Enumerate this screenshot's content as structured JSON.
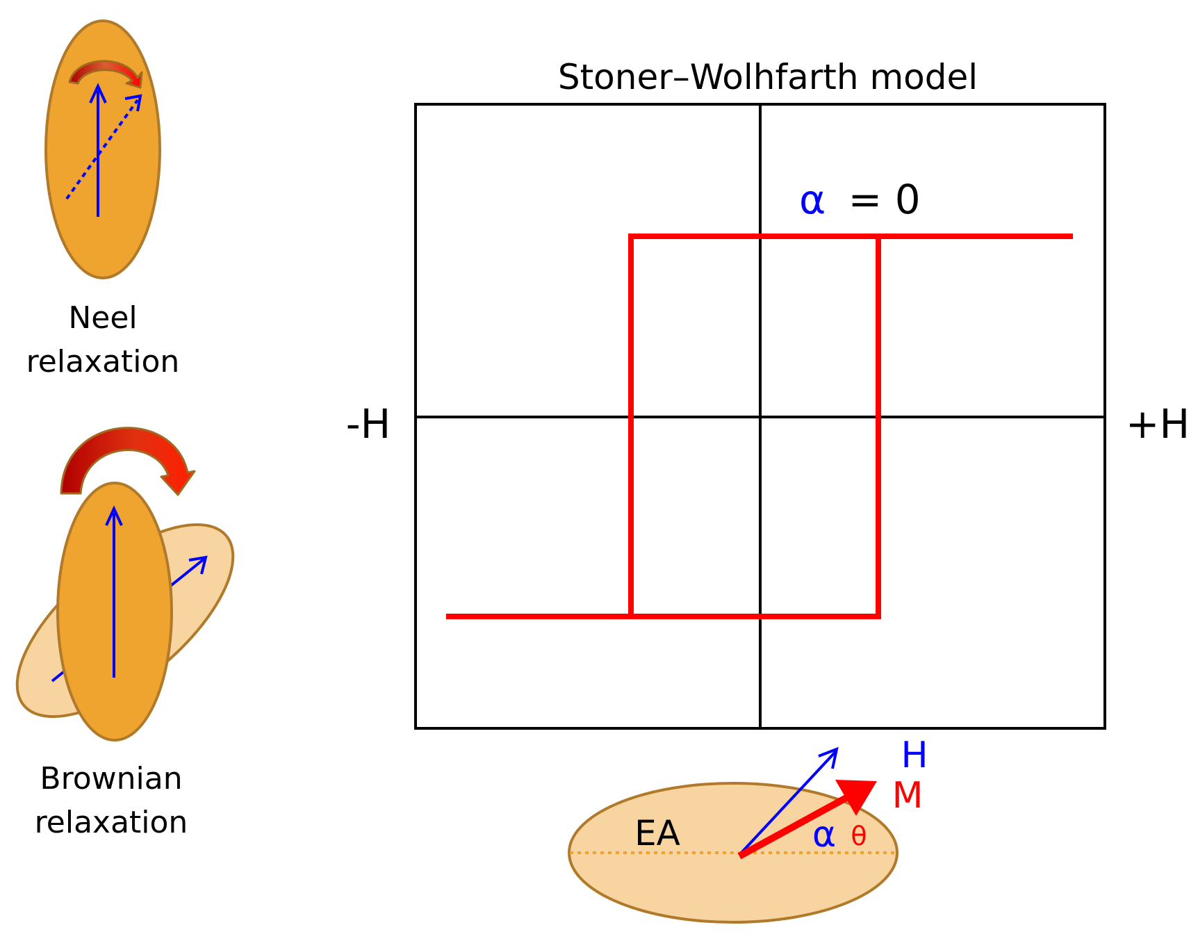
{
  "neel": {
    "label_line1": "Neel",
    "label_line2": "relaxation"
  },
  "brownian": {
    "label_line1": "Brownian",
    "label_line2": "relaxation"
  },
  "sw": {
    "title": "Stoner–Wolhfarth model",
    "neg_axis": "-H",
    "pos_axis": "+H",
    "alpha_symbol": "α",
    "alpha_value": "= 0"
  },
  "particle": {
    "ea_label": "EA",
    "h_label": "H",
    "m_label": "M",
    "alpha_symbol": "α",
    "theta_symbol": "θ"
  },
  "colors": {
    "particle_fill": "#F0A430",
    "particle_light_fill": "#F8D4A0",
    "particle_stroke": "#B07A2A",
    "moment_blue": "#0000FF",
    "loop_red": "#FF0000",
    "rotation_arrow_red": "#CC0000",
    "axis_black": "#000000",
    "easy_axis_dots": "#F0A030"
  },
  "icons": {
    "neel_rotation": "curved-rotation-arrow-icon",
    "brownian_rotation": "curved-rotation-arrow-icon"
  }
}
